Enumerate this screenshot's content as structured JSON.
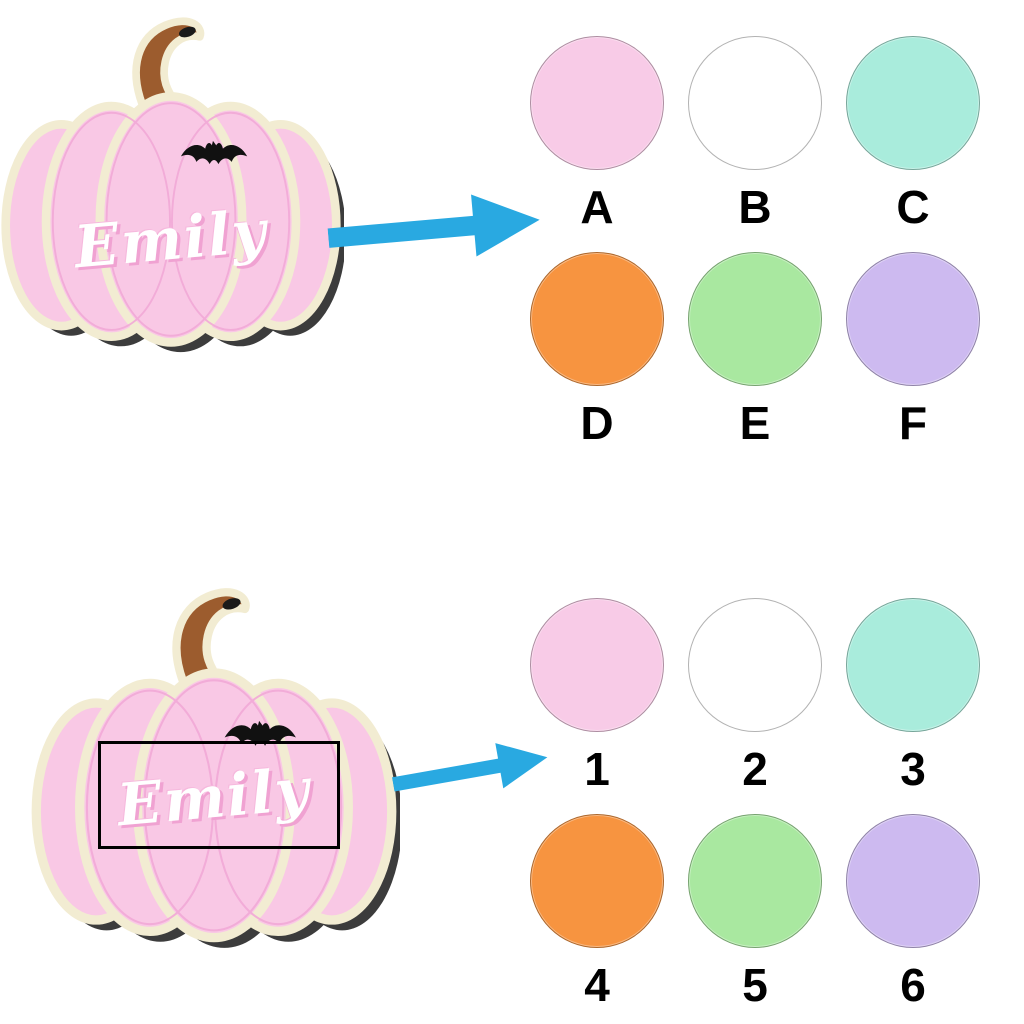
{
  "product": {
    "name_text": "Emily"
  },
  "sections": [
    {
      "id": "pumpkin-base-color-options",
      "swatches": [
        {
          "label": "A",
          "color": "#f8cbe7"
        },
        {
          "label": "B",
          "color": "#ffffff"
        },
        {
          "label": "C",
          "color": "#a9ecdc"
        },
        {
          "label": "D",
          "color": "#f79440"
        },
        {
          "label": "E",
          "color": "#a9e8a0"
        },
        {
          "label": "F",
          "color": "#cdbaf0"
        }
      ]
    },
    {
      "id": "name-color-options",
      "swatches": [
        {
          "label": "1",
          "color": "#f8cbe7"
        },
        {
          "label": "2",
          "color": "#ffffff"
        },
        {
          "label": "3",
          "color": "#a9ecdc"
        },
        {
          "label": "4",
          "color": "#f79440"
        },
        {
          "label": "5",
          "color": "#a9e8a0"
        },
        {
          "label": "6",
          "color": "#cdbaf0"
        }
      ]
    }
  ],
  "colors": {
    "arrow": "#29a9e1",
    "pumpkin_body": "#f9c8e5",
    "pumpkin_outline": "#f2ecd2",
    "pumpkin_stem": "#9c5c2e",
    "name_text": "#ffffff",
    "bat": "#111111",
    "highlight_box": "#000000"
  }
}
